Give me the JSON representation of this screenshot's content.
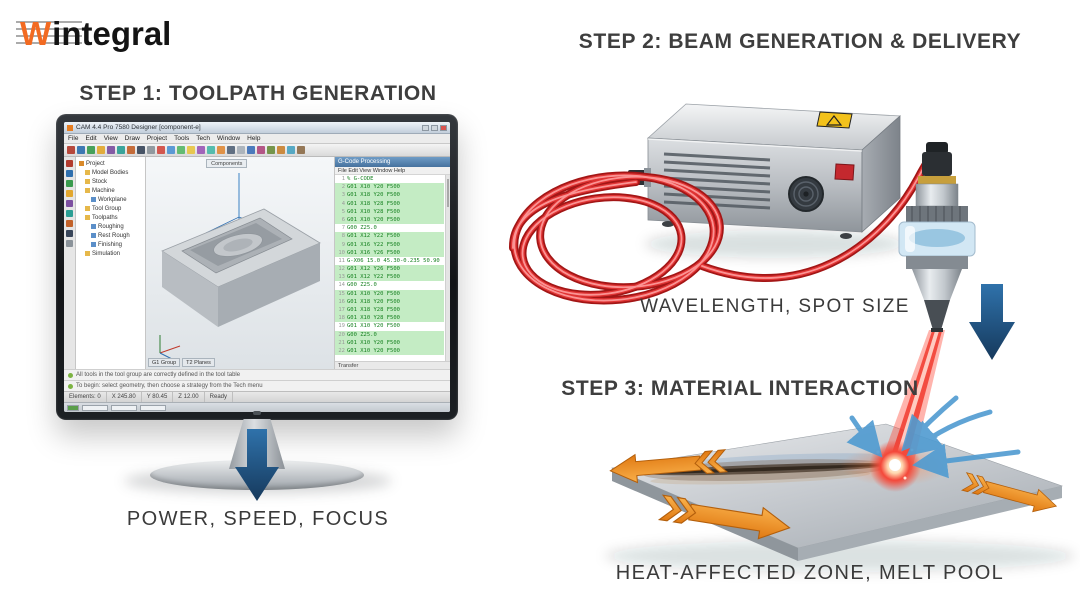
{
  "logo": {
    "w": "W",
    "rest": "integral"
  },
  "colors": {
    "accent_orange": "#f26a21",
    "heading_gray": "#3e3e3e",
    "arrow_blue": "#1d4e7e",
    "fiber_red": "#d91f1f",
    "gas_blue": "#4f9bd1",
    "gcode_green": "#15801f"
  },
  "step1": {
    "title": "STEP 1: TOOLPATH GENERATION",
    "caption": "POWER, SPEED, FOCUS",
    "screen": {
      "window_title": "CAM 4.4 Pro 7580 Designer  [component-e]",
      "menu": [
        "File",
        "Edit",
        "View",
        "Draw",
        "Project",
        "Tools",
        "Tech",
        "Window",
        "Help"
      ],
      "viewport_panel": "Components",
      "viewport_tabs": [
        "G1 Group",
        "T2 Planes"
      ],
      "tree_items": [
        {
          "label": "Project",
          "lvl": 0
        },
        {
          "label": "Model Bodies",
          "lvl": 1
        },
        {
          "label": "Stock",
          "lvl": 1
        },
        {
          "label": "Machine",
          "lvl": 1
        },
        {
          "label": "Workplane",
          "lvl": 2
        },
        {
          "label": "Tool Group",
          "lvl": 1
        },
        {
          "label": "Toolpaths",
          "lvl": 1
        },
        {
          "label": "Roughing",
          "lvl": 2
        },
        {
          "label": "Rest Rough",
          "lvl": 2
        },
        {
          "label": "Finishing",
          "lvl": 2
        },
        {
          "label": "Simulation",
          "lvl": 1
        }
      ],
      "gcode": {
        "title": "G-Code Processing",
        "menu": "File  Edit  View  Window  Help",
        "footer": "Transfer",
        "highlight": [
          1,
          2,
          3,
          4,
          5,
          7,
          8,
          9,
          11,
          12,
          14,
          15,
          16,
          17,
          19,
          20,
          21
        ],
        "lines": [
          "% G-CODE",
          "G01 X10 Y20 F500",
          "G01 X18 Y20 F500",
          "G01 X18 Y28 F500",
          "G01 X10 Y28 F500",
          "G01 X10 Y20 F500",
          "G00 Z25.0",
          "G01 X12 Y22 F500",
          "G01 X16 Y22 F500",
          "G01 X16 Y26 F500",
          "G-X06 15.0 45.30-0.235 50.90",
          "G01 X12 Y26 F500",
          "G01 X12 Y22 F500",
          "G00 Z25.0",
          "G01 X10 Y20 F500",
          "G01 X18 Y20 F500",
          "G01 X18 Y28 F500",
          "G01 X10 Y28 F500",
          "G01 X10 Y20 F500",
          "G00 Z25.0",
          "G01 X10 Y20 F500",
          "G01 X10 Y20 F500"
        ]
      },
      "status_1": "All tools in the tool group are correctly defined in the tool table",
      "status_2": "To begin: select geometry, then choose a strategy from the Tech menu",
      "footer_items": [
        "Elements: 0",
        "X 245.80",
        "Y 80.45",
        "Z 12.00",
        "Ready"
      ]
    }
  },
  "step2": {
    "title": "STEP 2: BEAM GENERATION & DELIVERY",
    "caption": "WAVELENGTH, SPOT SIZE"
  },
  "step3": {
    "title": "STEP 3: MATERIAL INTERACTION",
    "caption": "HEAT-AFFECTED ZONE, MELT POOL"
  }
}
